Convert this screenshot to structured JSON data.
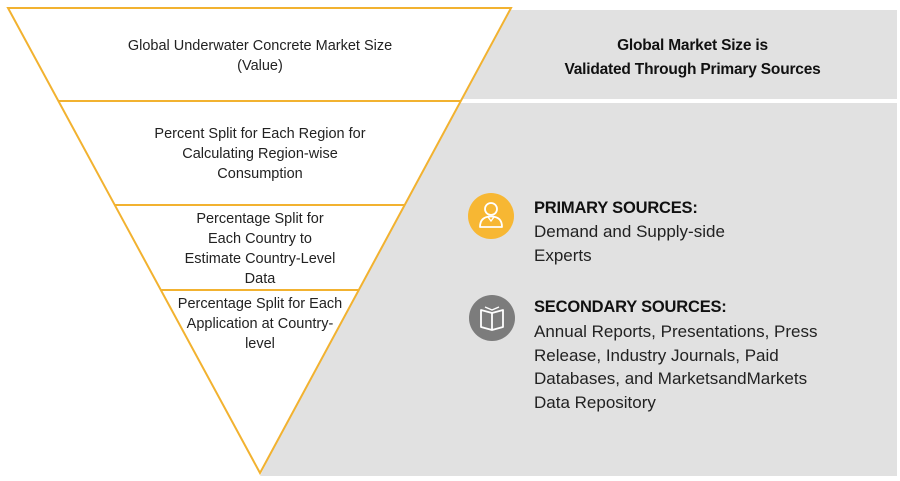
{
  "funnel": {
    "levels": [
      {
        "lines": [
          "Global Underwater Concrete Market Size",
          "(Value)"
        ]
      },
      {
        "lines": [
          "Percent Split for Each Region for",
          "Calculating Region-wise",
          "Consumption"
        ]
      },
      {
        "lines": [
          "Percentage Split for",
          "Each Country to",
          "Estimate Country-Level",
          "Data"
        ]
      },
      {
        "lines": [
          "Percentage Split for Each",
          "Application at Country-",
          "level"
        ]
      }
    ]
  },
  "validation": {
    "lines": [
      "Global Market Size is",
      "Validated Through Primary Sources"
    ]
  },
  "sources": {
    "primary": {
      "title": "PRIMARY SOURCES:",
      "lines": [
        "Demand and Supply-side",
        "Experts"
      ],
      "icon": "person-icon",
      "color": "#f7b733"
    },
    "secondary": {
      "title": "SECONDARY SOURCES:",
      "lines": [
        "Annual Reports, Presentations, Press",
        "Release, Industry Journals, Paid",
        "Databases, and MarketsandMarkets",
        "Data Repository"
      ],
      "icon": "book-icon",
      "color": "#7c7c7c"
    }
  },
  "colors": {
    "funnel_stroke": "#f2b230",
    "panel_fill": "#e1e1e1",
    "white": "#ffffff"
  }
}
